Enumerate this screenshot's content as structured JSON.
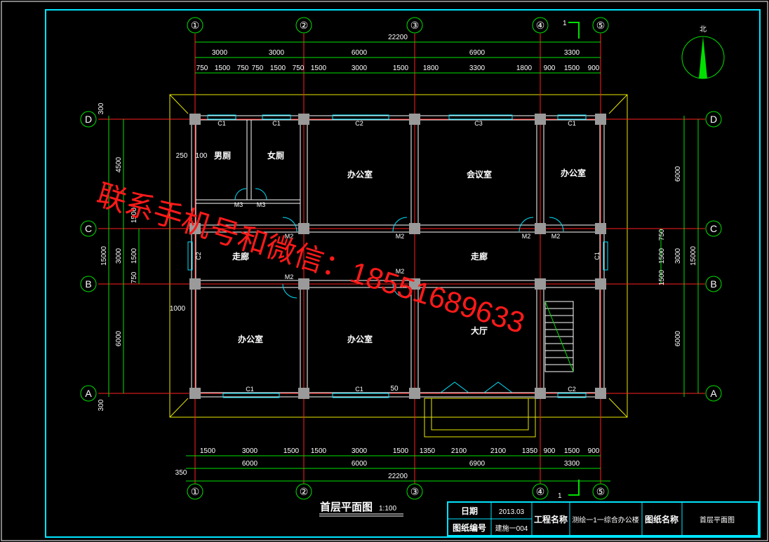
{
  "drawing": {
    "title": "首层平面图",
    "scale": "1:100",
    "north_label": "北",
    "section_mark": "1",
    "axes": {
      "columns": [
        "①",
        "②",
        "③",
        "④",
        "⑤"
      ],
      "rows": [
        "D",
        "C",
        "B",
        "A"
      ]
    },
    "total_width": "22200",
    "top_dims_row1": [
      "3000",
      "3000",
      "6000",
      "6900",
      "3300"
    ],
    "top_dims_row2": [
      "750",
      "1500",
      "750",
      "750",
      "1500",
      "750",
      "1500",
      "3000",
      "1500",
      "1800",
      "3300",
      "1800",
      "900",
      "1500",
      "900"
    ],
    "bottom_dims_row1": [
      "1500",
      "3000",
      "1500",
      "1500",
      "3000",
      "1500",
      "1350",
      "2100",
      "2100",
      "1350",
      "900",
      "1500",
      "900"
    ],
    "bottom_dims_row2": [
      "6000",
      "6000",
      "6900",
      "3300"
    ],
    "side_dims": {
      "outer": "15000",
      "top_bay": "4500",
      "mid_bay": "3000",
      "bottom_bay": "6000",
      "right_top": "6000",
      "right_mid": "3000",
      "right_bottom": "6000",
      "small": [
        "300",
        "1500",
        "1500",
        "750",
        "750",
        "1500",
        "1500",
        "750",
        "300",
        "350",
        "1000",
        "250",
        "100",
        "50"
      ]
    },
    "rooms": [
      {
        "name": "男厕"
      },
      {
        "name": "女厕"
      },
      {
        "name": "办公室"
      },
      {
        "name": "会议室"
      },
      {
        "name": "办公室"
      },
      {
        "name": "走廊"
      },
      {
        "name": "走廊"
      },
      {
        "name": "办公室"
      },
      {
        "name": "办公室"
      },
      {
        "name": "大厅"
      }
    ],
    "windows": [
      "C1",
      "C1",
      "C2",
      "C3",
      "C1",
      "C1",
      "C1",
      "C2",
      "C2",
      "C1"
    ],
    "doors": [
      "M3",
      "M3",
      "M2",
      "M2",
      "M2",
      "M2",
      "M2",
      "M2"
    ],
    "watermark": "联系手机号和微信：18551689633"
  },
  "title_block": {
    "date_label": "日期",
    "date_value": "2013.03",
    "project_label": "工程名称",
    "project_value": "测绘一1一综合办公楼",
    "drawing_name_label": "图纸名称",
    "drawing_name_value": "首层平面图",
    "number_label": "图纸编号",
    "number_value": "建施一004"
  },
  "colors": {
    "background": "#000000",
    "dim_green": "#00e000",
    "axis_red": "#ff2020",
    "wall_white": "#ffffff",
    "frame_cyan": "#00e5ff",
    "outline_yellow": "#e8e800",
    "column_gray": "#9a9a9a",
    "watermark_red": "#ff1a1a"
  }
}
